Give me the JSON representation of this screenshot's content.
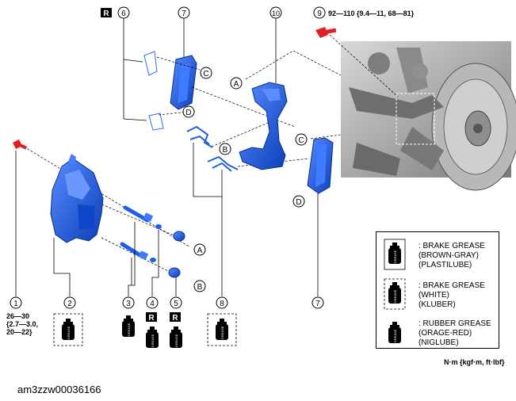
{
  "callouts": {
    "c1": "1",
    "c2": "2",
    "c3": "3",
    "c4": "4",
    "c5": "5",
    "c6": "6",
    "c7a": "7",
    "c7b": "7",
    "c8": "8",
    "c9": "9",
    "c10": "10"
  },
  "replace_mark": "R",
  "letters": {
    "A": "A",
    "B": "B",
    "C": "C",
    "D": "D"
  },
  "torque": {
    "bolt9": "92—110 {9.4—11, 68—81}",
    "bolt1": "26—30\n{2.7—3.0,\n20—22}"
  },
  "grease_label": "GREASE",
  "legend": {
    "brake_brown": ": BRAKE GREASE\n(BROWN-GRAY)\n(PLASTILUBE)",
    "brake_white": ": BRAKE GREASE\n(WHITE)\n(KLUBER)",
    "rubber": ": RUBBER GREASE\n(ORAGE-RED)\n(NIGLUBE)"
  },
  "units": "N·m {kgf·m, ft·lbf}",
  "image_code": "am3zzw00036166",
  "colors": {
    "part_blue": "#1f5fe0",
    "bolt_red": "#e02020",
    "photo_gray": "#9a9a9a"
  }
}
